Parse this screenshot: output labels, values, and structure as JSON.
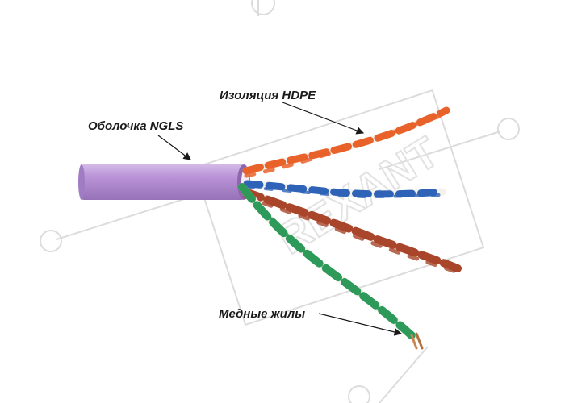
{
  "image": {
    "subject": "cable-with-twisted-pairs",
    "colors": {
      "sheath": "#b78fd3",
      "pair_orange": "#e8622a",
      "pair_blue": "#2e63b8",
      "pair_brown": "#a8452a",
      "pair_green": "#2e9a5a",
      "insulation_white": "#f4f1ec",
      "copper": "#c9854e",
      "watermark": "#d9d9d9"
    }
  },
  "callouts": {
    "sheath": "Оболочка NGLS",
    "insulation": "Изоляция HDPE",
    "copper": "Медные жилы"
  },
  "watermark": {
    "text": "REXANT"
  }
}
